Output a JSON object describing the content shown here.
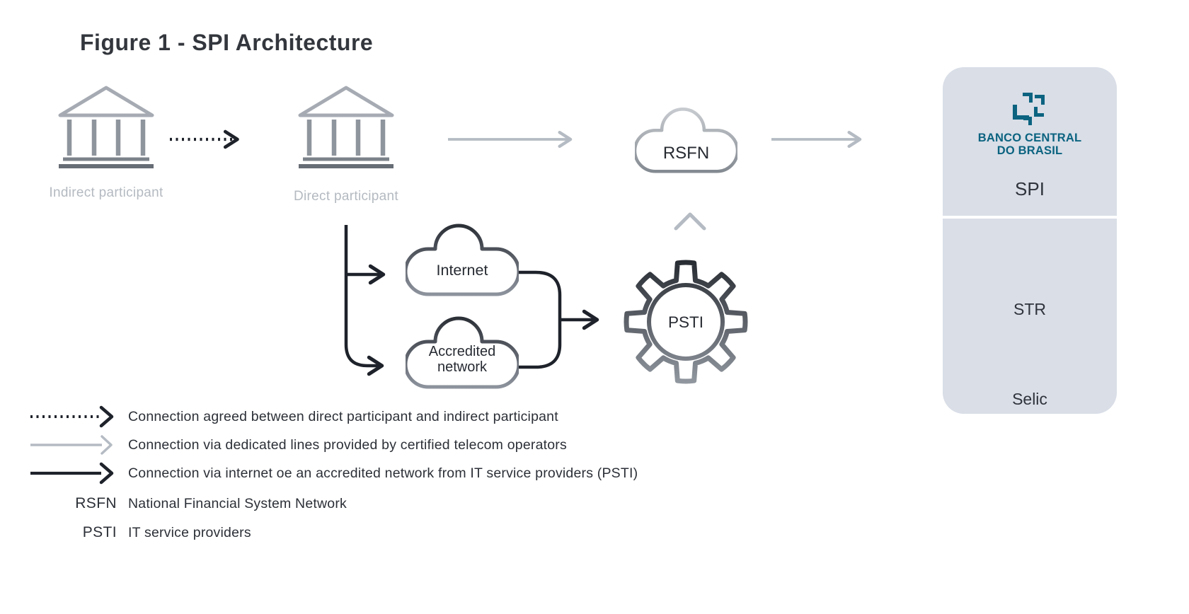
{
  "title": "Figure 1 - SPI Architecture",
  "nodes": {
    "indirect": {
      "label": "Indirect participant"
    },
    "direct": {
      "label": "Direct participant"
    },
    "rsfn": {
      "label": "RSFN"
    },
    "internet": {
      "label": "Internet"
    },
    "accredited": {
      "line1": "Accredited",
      "line2": "network"
    },
    "psti": {
      "label": "PSTI"
    }
  },
  "bcb": {
    "bank_name_line1": "BANCO CENTRAL",
    "bank_name_line2": "DO BRASIL",
    "spi_label": "SPI",
    "str_label": "STR",
    "selic_label": "Selic"
  },
  "legend": {
    "rows": [
      {
        "marker": "dotted-black-arrow",
        "text": "Connection agreed between direct participant and indirect participant"
      },
      {
        "marker": "gray-arrow",
        "text": "Connection via dedicated lines provided by certified telecom operators"
      },
      {
        "marker": "black-arrow",
        "text": "Connection via internet oe an accredited network from IT service providers (PSTI)"
      },
      {
        "acronym": "RSFN",
        "text": "National Financial System Network"
      },
      {
        "acronym": "PSTI",
        "text": "IT service providers"
      }
    ]
  },
  "colors": {
    "teal_brand": "#0b6380",
    "panel_background": "#d9dee7",
    "dark_line": "#1e222a",
    "gray_line": "#b5bbc3",
    "light_label": "#b4bac1",
    "panel_arrow": "#c2c7d0"
  }
}
